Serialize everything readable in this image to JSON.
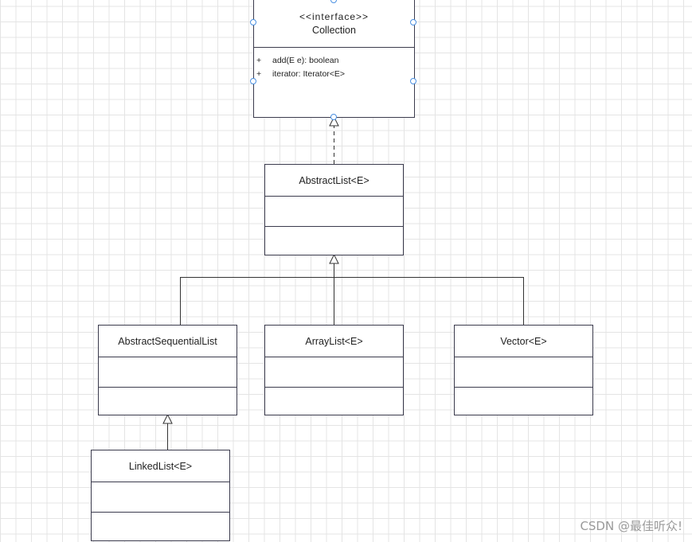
{
  "diagram": {
    "classes": {
      "collection": {
        "stereotype": "<<interface>>",
        "name": "Collection",
        "members": [
          {
            "visibility": "+",
            "signature": "add(E e): boolean"
          },
          {
            "visibility": "+",
            "signature": "iterator: Iterator<E>"
          }
        ]
      },
      "abstract_list": {
        "name": "AbstractList<E>"
      },
      "abstract_sequential_list": {
        "name": "AbstractSequentialList"
      },
      "array_list": {
        "name": "ArrayList<E>"
      },
      "vector": {
        "name": "Vector<E>"
      },
      "linked_list": {
        "name": "LinkedList<E>"
      }
    },
    "relations": [
      {
        "from": "AbstractList<E>",
        "to": "Collection",
        "kind": "realization"
      },
      {
        "from": "AbstractSequentialList",
        "to": "AbstractList<E>",
        "kind": "generalization"
      },
      {
        "from": "ArrayList<E>",
        "to": "AbstractList<E>",
        "kind": "generalization"
      },
      {
        "from": "Vector<E>",
        "to": "AbstractList<E>",
        "kind": "generalization"
      },
      {
        "from": "LinkedList<E>",
        "to": "AbstractSequentialList",
        "kind": "generalization"
      }
    ],
    "colors": {
      "border": "#3b3b4d",
      "grid": "#e4e4e4",
      "selection_handle": "#4a90e2"
    }
  },
  "watermark": "CSDN @最佳听众!"
}
